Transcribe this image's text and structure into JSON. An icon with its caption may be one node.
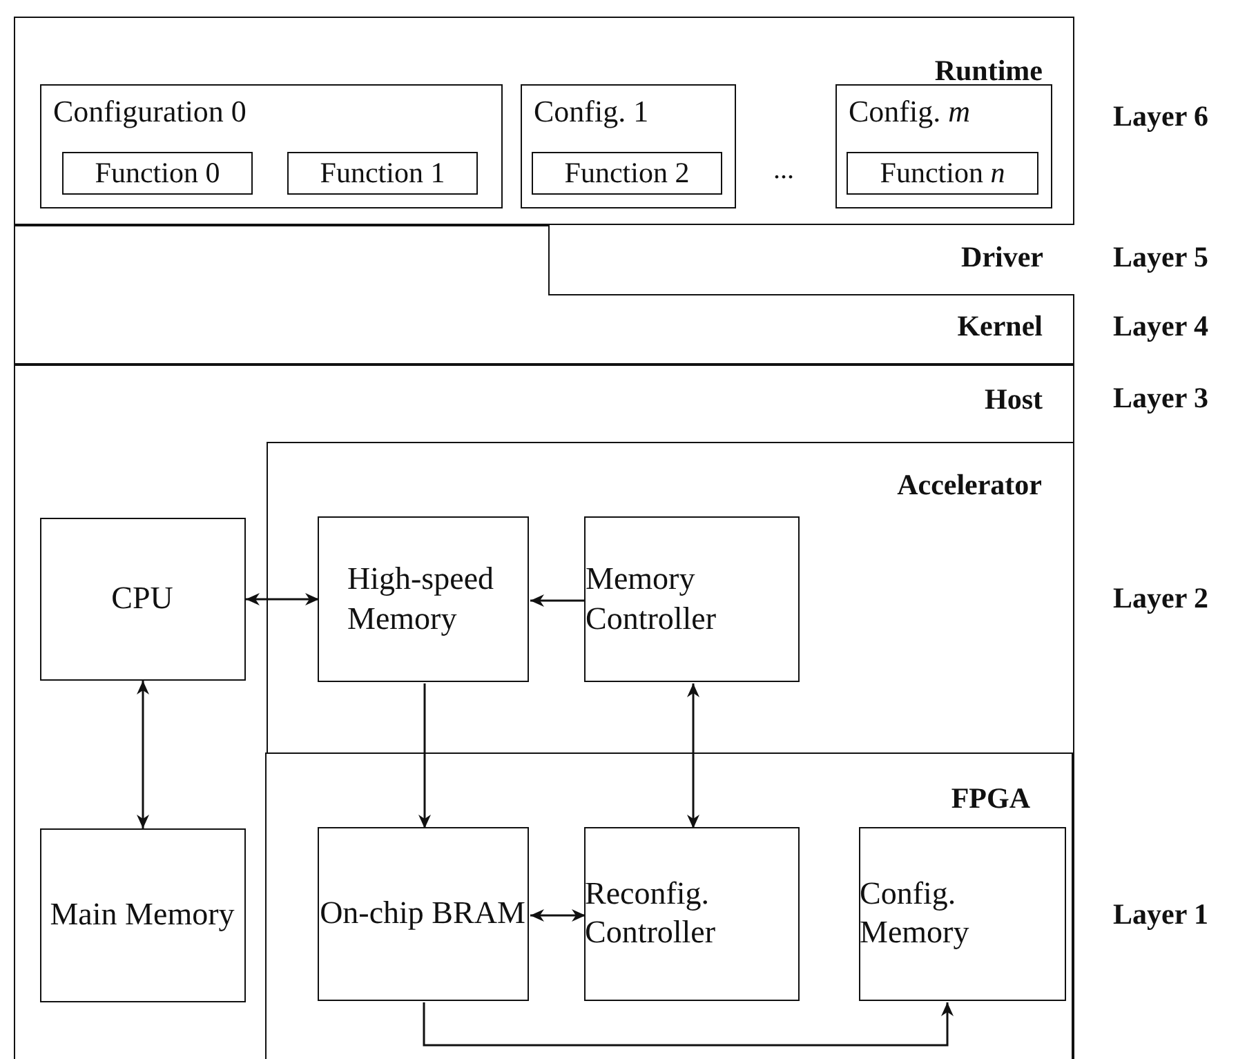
{
  "diagram": {
    "nodes": [
      {
        "text": [
          "Runtime"
        ],
        "beside": [
          "Layer 6"
        ]
      },
      {
        "text": [
          "Configuration 0"
        ],
        "in": 0
      },
      {
        "text": [
          "Function 0"
        ],
        "in": 1
      },
      {
        "text": [
          "Function 1"
        ],
        "in": 1
      },
      {
        "text": [
          "Config. 1"
        ],
        "in": 0
      },
      {
        "text": [
          "Function 2"
        ],
        "in": 4
      },
      {
        "text": [
          "Config. *m*"
        ],
        "in": 0
      },
      {
        "text": [
          "Function *n*"
        ],
        "in": 6
      },
      {
        "text": [
          "Kernel"
        ],
        "beside": [
          "Layer 4"
        ]
      },
      {
        "text": [
          "Driver"
        ],
        "in": 8,
        "beside": [
          "Layer 5"
        ]
      },
      {
        "text": [
          "Host"
        ],
        "beside": [
          "Layer 3"
        ]
      },
      {
        "text": [
          "CPU"
        ],
        "in": 10
      },
      {
        "text": [
          "Main Memory"
        ],
        "in": 10
      },
      {
        "text": [
          "Accelerator"
        ],
        "in": 10,
        "beside": [
          "Layer 2"
        ]
      },
      {
        "text": [
          "High-speed Memory"
        ],
        "in": 13
      },
      {
        "text": [
          "Memory Controller"
        ],
        "in": 13
      },
      {
        "text": [
          "FPGA"
        ],
        "in": 13,
        "beside": [
          "Layer 1"
        ]
      },
      {
        "text": [
          "On-chip BRAM"
        ],
        "in": 16
      },
      {
        "text": [
          "Reconfig. Controller"
        ],
        "in": 16
      },
      {
        "text": [
          "Config. Memory"
        ],
        "in": 16
      }
    ],
    "edges": [
      {
        "from": 11,
        "to": 14,
        "arrow": "both"
      },
      {
        "from": 15,
        "to": 14,
        "arrow": "to"
      },
      {
        "from": 14,
        "to": 17,
        "arrow": "to"
      },
      {
        "from": 15,
        "to": 18,
        "arrow": "both"
      },
      {
        "from": 11,
        "to": 12,
        "arrow": "both"
      },
      {
        "from": 17,
        "to": 18,
        "arrow": "both"
      },
      {
        "from": 17,
        "to": 19,
        "arrow": "to"
      }
    ],
    "labels": [
      "..."
    ]
  }
}
